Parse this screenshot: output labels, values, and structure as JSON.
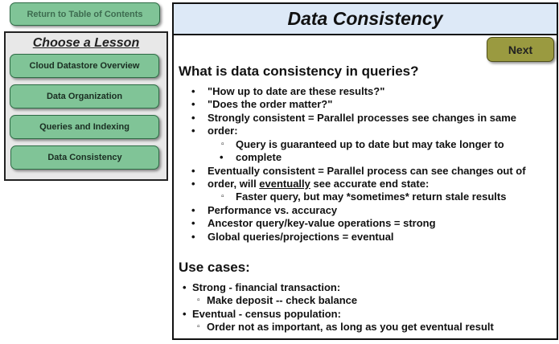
{
  "nav": {
    "return_label": "Return to Table of Contents",
    "lesson_heading": "Choose a Lesson",
    "lessons": [
      "Cloud Datastore Overview",
      "Data Organization",
      "Queries and Indexing",
      "Data Consistency"
    ],
    "next_label": "Next"
  },
  "page": {
    "title": "Data Consistency",
    "section1_heading": "What is data consistency in queries?",
    "section2_heading": "Use cases:"
  },
  "bullets": {
    "b1": "\"How up to date are these results?\"",
    "b2": "\"Does the order matter?\"",
    "b3_line1": "Strongly consistent = Parallel processes see changes in same",
    "b3_line2": "order:",
    "b3_sub_line1": "Query is guaranteed up to date but may take longer to",
    "b3_sub_line2": "complete",
    "b4_line1": "Eventually consistent = Parallel process can see changes out of",
    "b4_line2_pre": "order, will ",
    "b4_line2_underlined": "eventually",
    "b4_line2_post": " see accurate end state:",
    "b4_sub": "Faster query, but may *sometimes* return stale results",
    "b5": "Performance vs. accuracy",
    "b6": "Ancestor query/key-value operations = strong",
    "b7": "Global queries/projections = eventual"
  },
  "use_cases": {
    "u1": "Strong - financial transaction:",
    "u1_sub": "Make deposit -- check balance",
    "u2": "Eventual - census population:",
    "u2_sub": "Order not as important, as long as you get eventual result"
  },
  "colors": {
    "lesson_button": "#80c497",
    "next_button": "#9a9a40",
    "title_bar": "#dde9f7"
  }
}
